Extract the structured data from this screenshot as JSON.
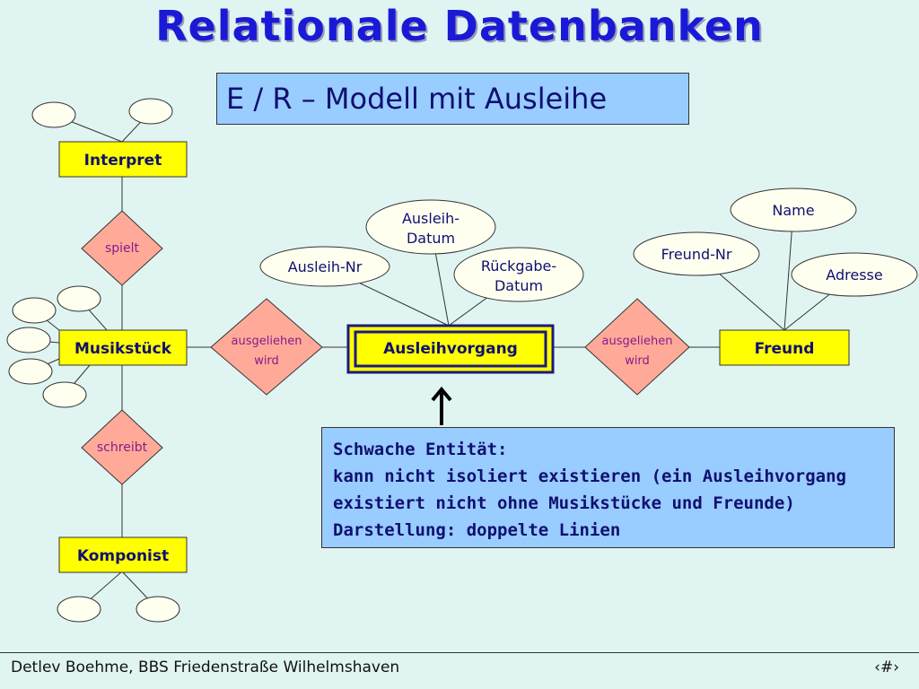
{
  "title": "Relationale Datenbanken",
  "subtitle": "E / R – Modell mit Ausleihe",
  "entities": {
    "interpret": "Interpret",
    "musikstueck": "Musikstück",
    "komponist": "Komponist",
    "ausleihvorgang": "Ausleihvorgang",
    "freund": "Freund"
  },
  "relationships": {
    "spielt": "spielt",
    "schreibt": "schreibt",
    "ausgeliehen_left": [
      "ausgeliehen",
      "wird"
    ],
    "ausgeliehen_right": [
      "ausgeliehen",
      "wird"
    ]
  },
  "attributes": {
    "ausleih_nr": [
      "Ausleih-Nr"
    ],
    "ausleih_datum": [
      "Ausleih-",
      "Datum"
    ],
    "rueckgabe_datum": [
      "Rückgabe-",
      "Datum"
    ],
    "name": [
      "Name"
    ],
    "freund_nr": [
      "Freund-Nr"
    ],
    "adresse": [
      "Adresse"
    ]
  },
  "note": {
    "lines": [
      "Schwache Entität:",
      "kann nicht isoliert existieren (ein Ausleihvorgang",
      "existiert nicht ohne Musikstücke und Freunde)",
      "Darstellung: doppelte Linien"
    ]
  },
  "footer": {
    "author": "Detlev Boehme, BBS Friedenstraße Wilhelmshaven",
    "page": "‹#›"
  },
  "colors": {
    "background": "#e0f5f2",
    "entity_fill": "#ffff00",
    "relation_fill": "#ffaa99",
    "attribute_fill": "#fffff0",
    "box_fill": "#99ccff",
    "text_blue": "#101070"
  }
}
